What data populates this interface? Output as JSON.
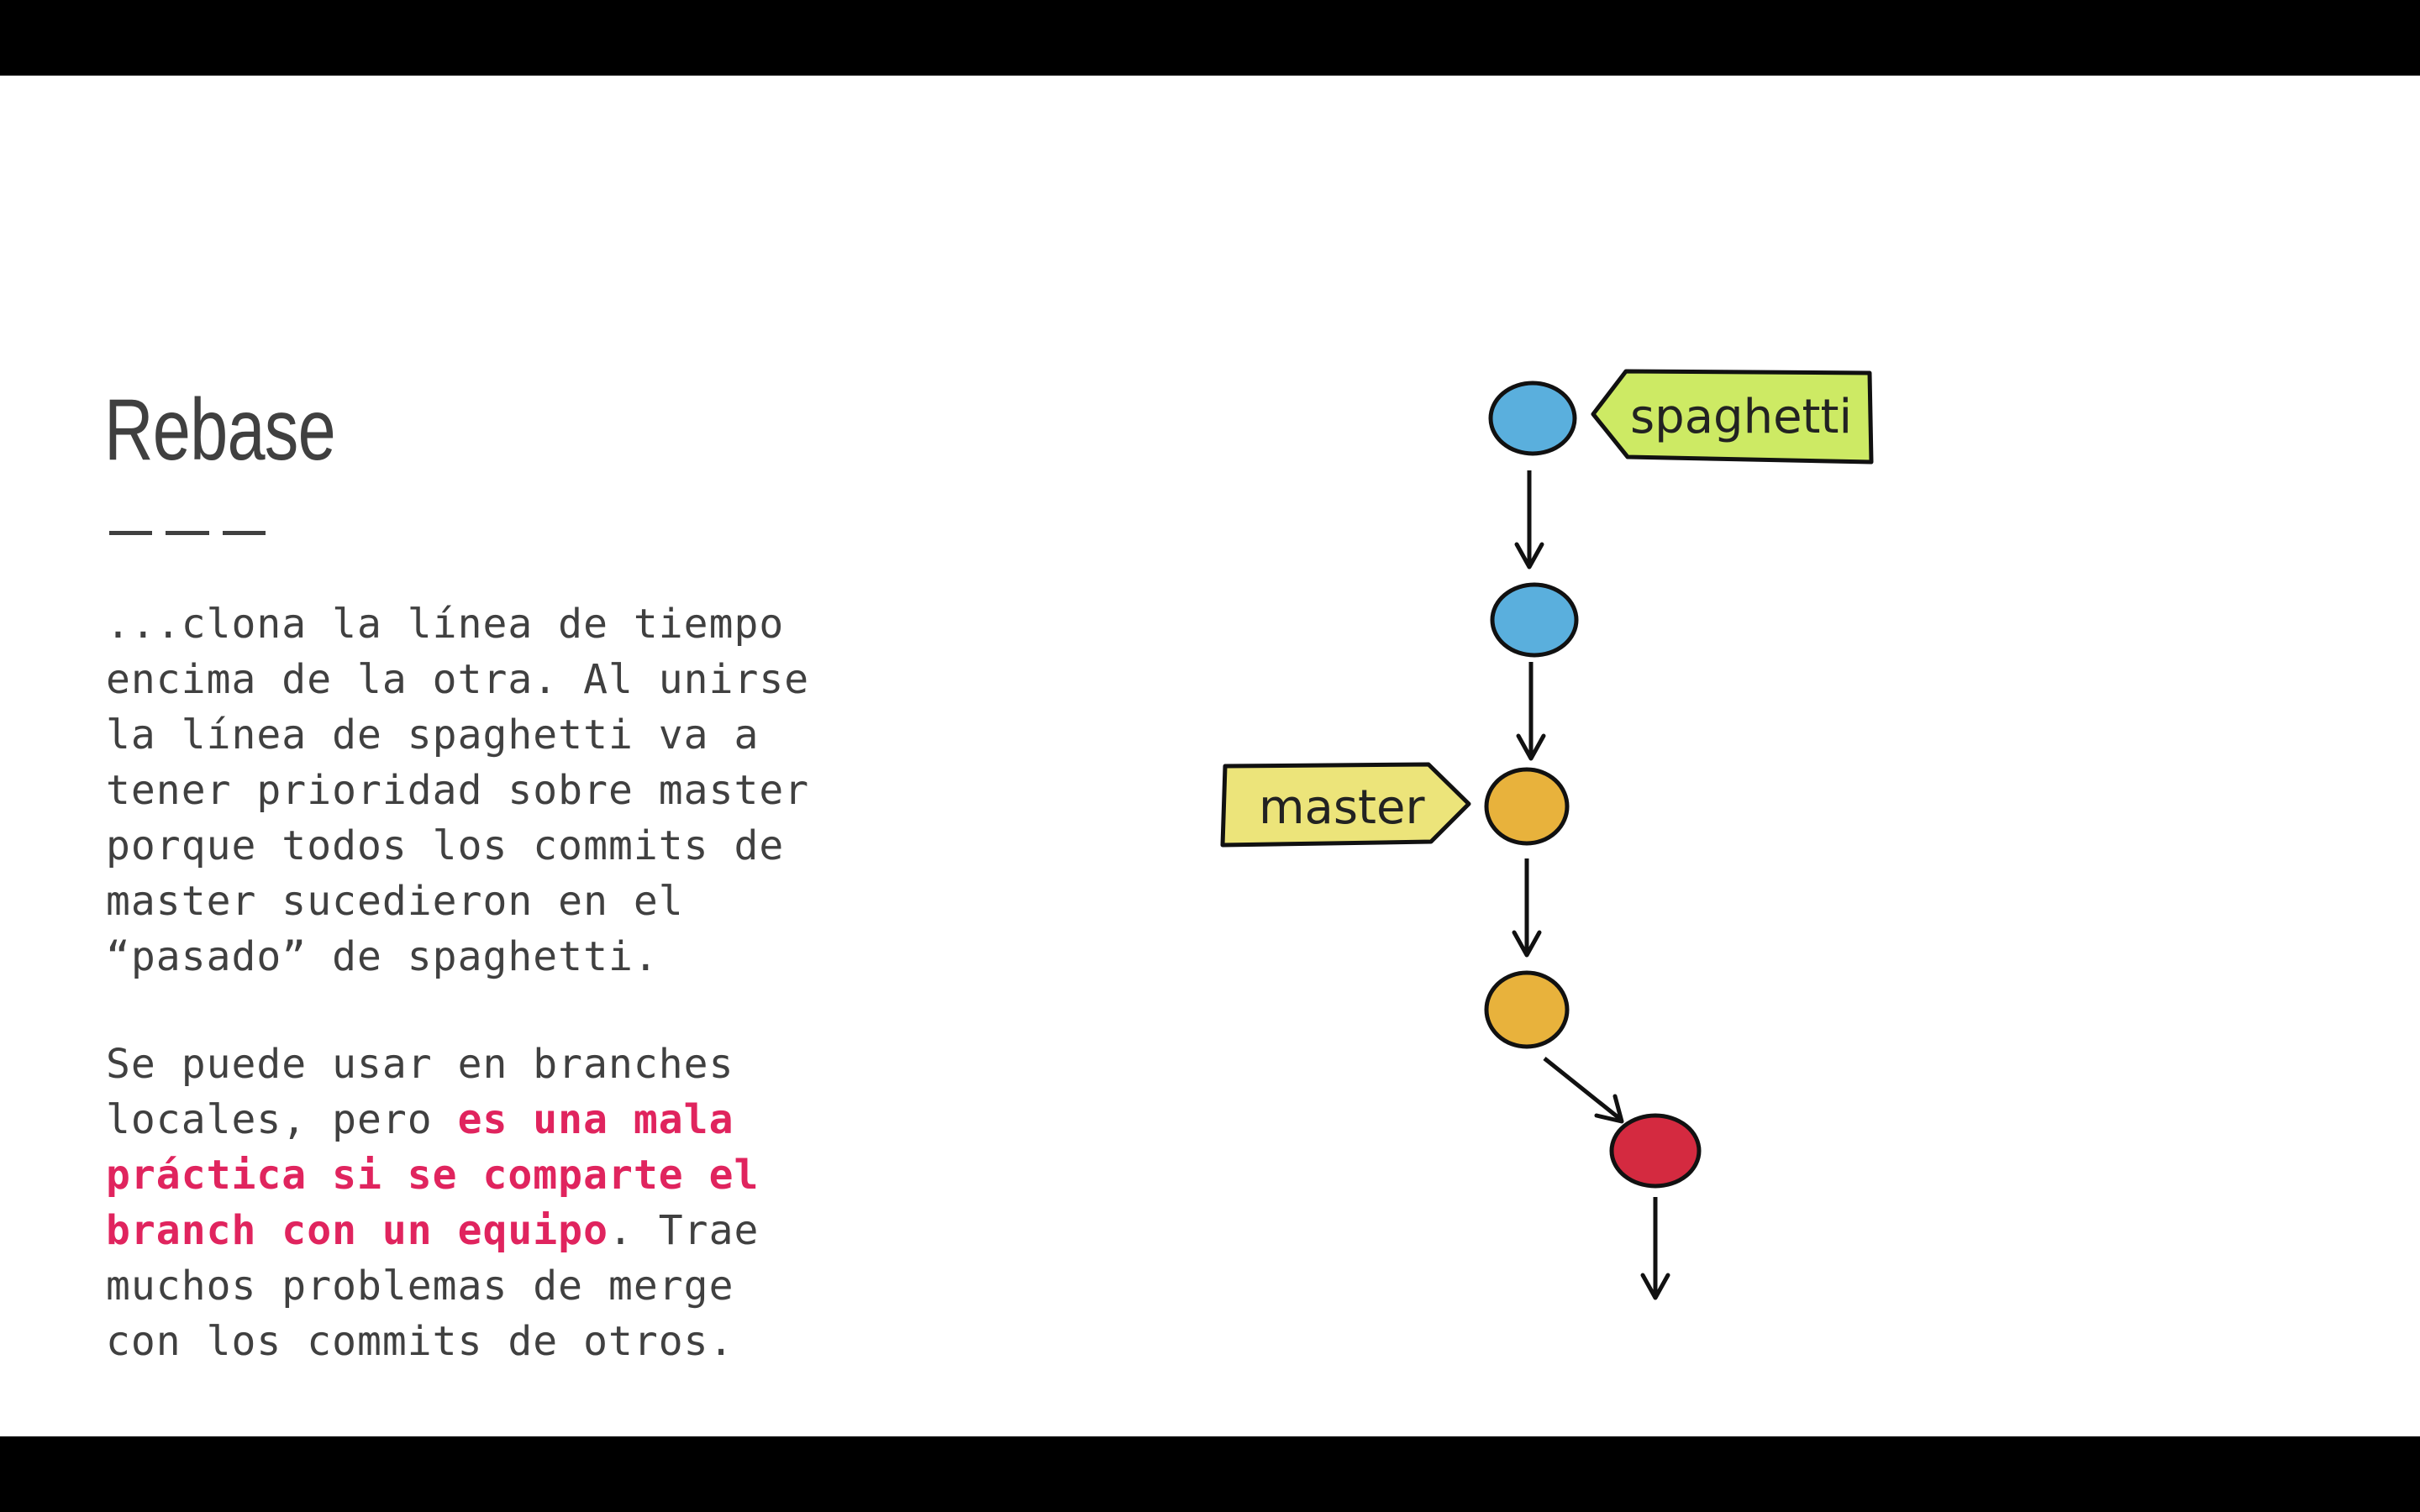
{
  "slide": {
    "title": "Rebase",
    "paragraph1": "...clona la línea de tiempo\nencima de la otra. Al unirse\nla línea de spaghetti va a\ntener prioridad sobre master\nporque todos los commits de\nmaster sucedieron en el\n“pasado” de spaghetti.",
    "paragraph2_before": "Se puede usar en branches\nlocales, pero ",
    "paragraph2_highlight": "es una mala\npráctica si se comparte el\nbranch con un equipo",
    "paragraph2_after": ". Trae\nmuchos problemas de merge\ncon los commits de otros.",
    "highlight_color": "#e0245e"
  },
  "diagram": {
    "branch_labels": {
      "spaghetti": "spaghetti",
      "master": "master"
    },
    "colors": {
      "spaghetti_commit": "#5aafdd",
      "master_commit": "#e8b23c",
      "new_commit": "#d42a40",
      "spaghetti_tag": "#cdea64",
      "master_tag": "#ece47a"
    }
  }
}
